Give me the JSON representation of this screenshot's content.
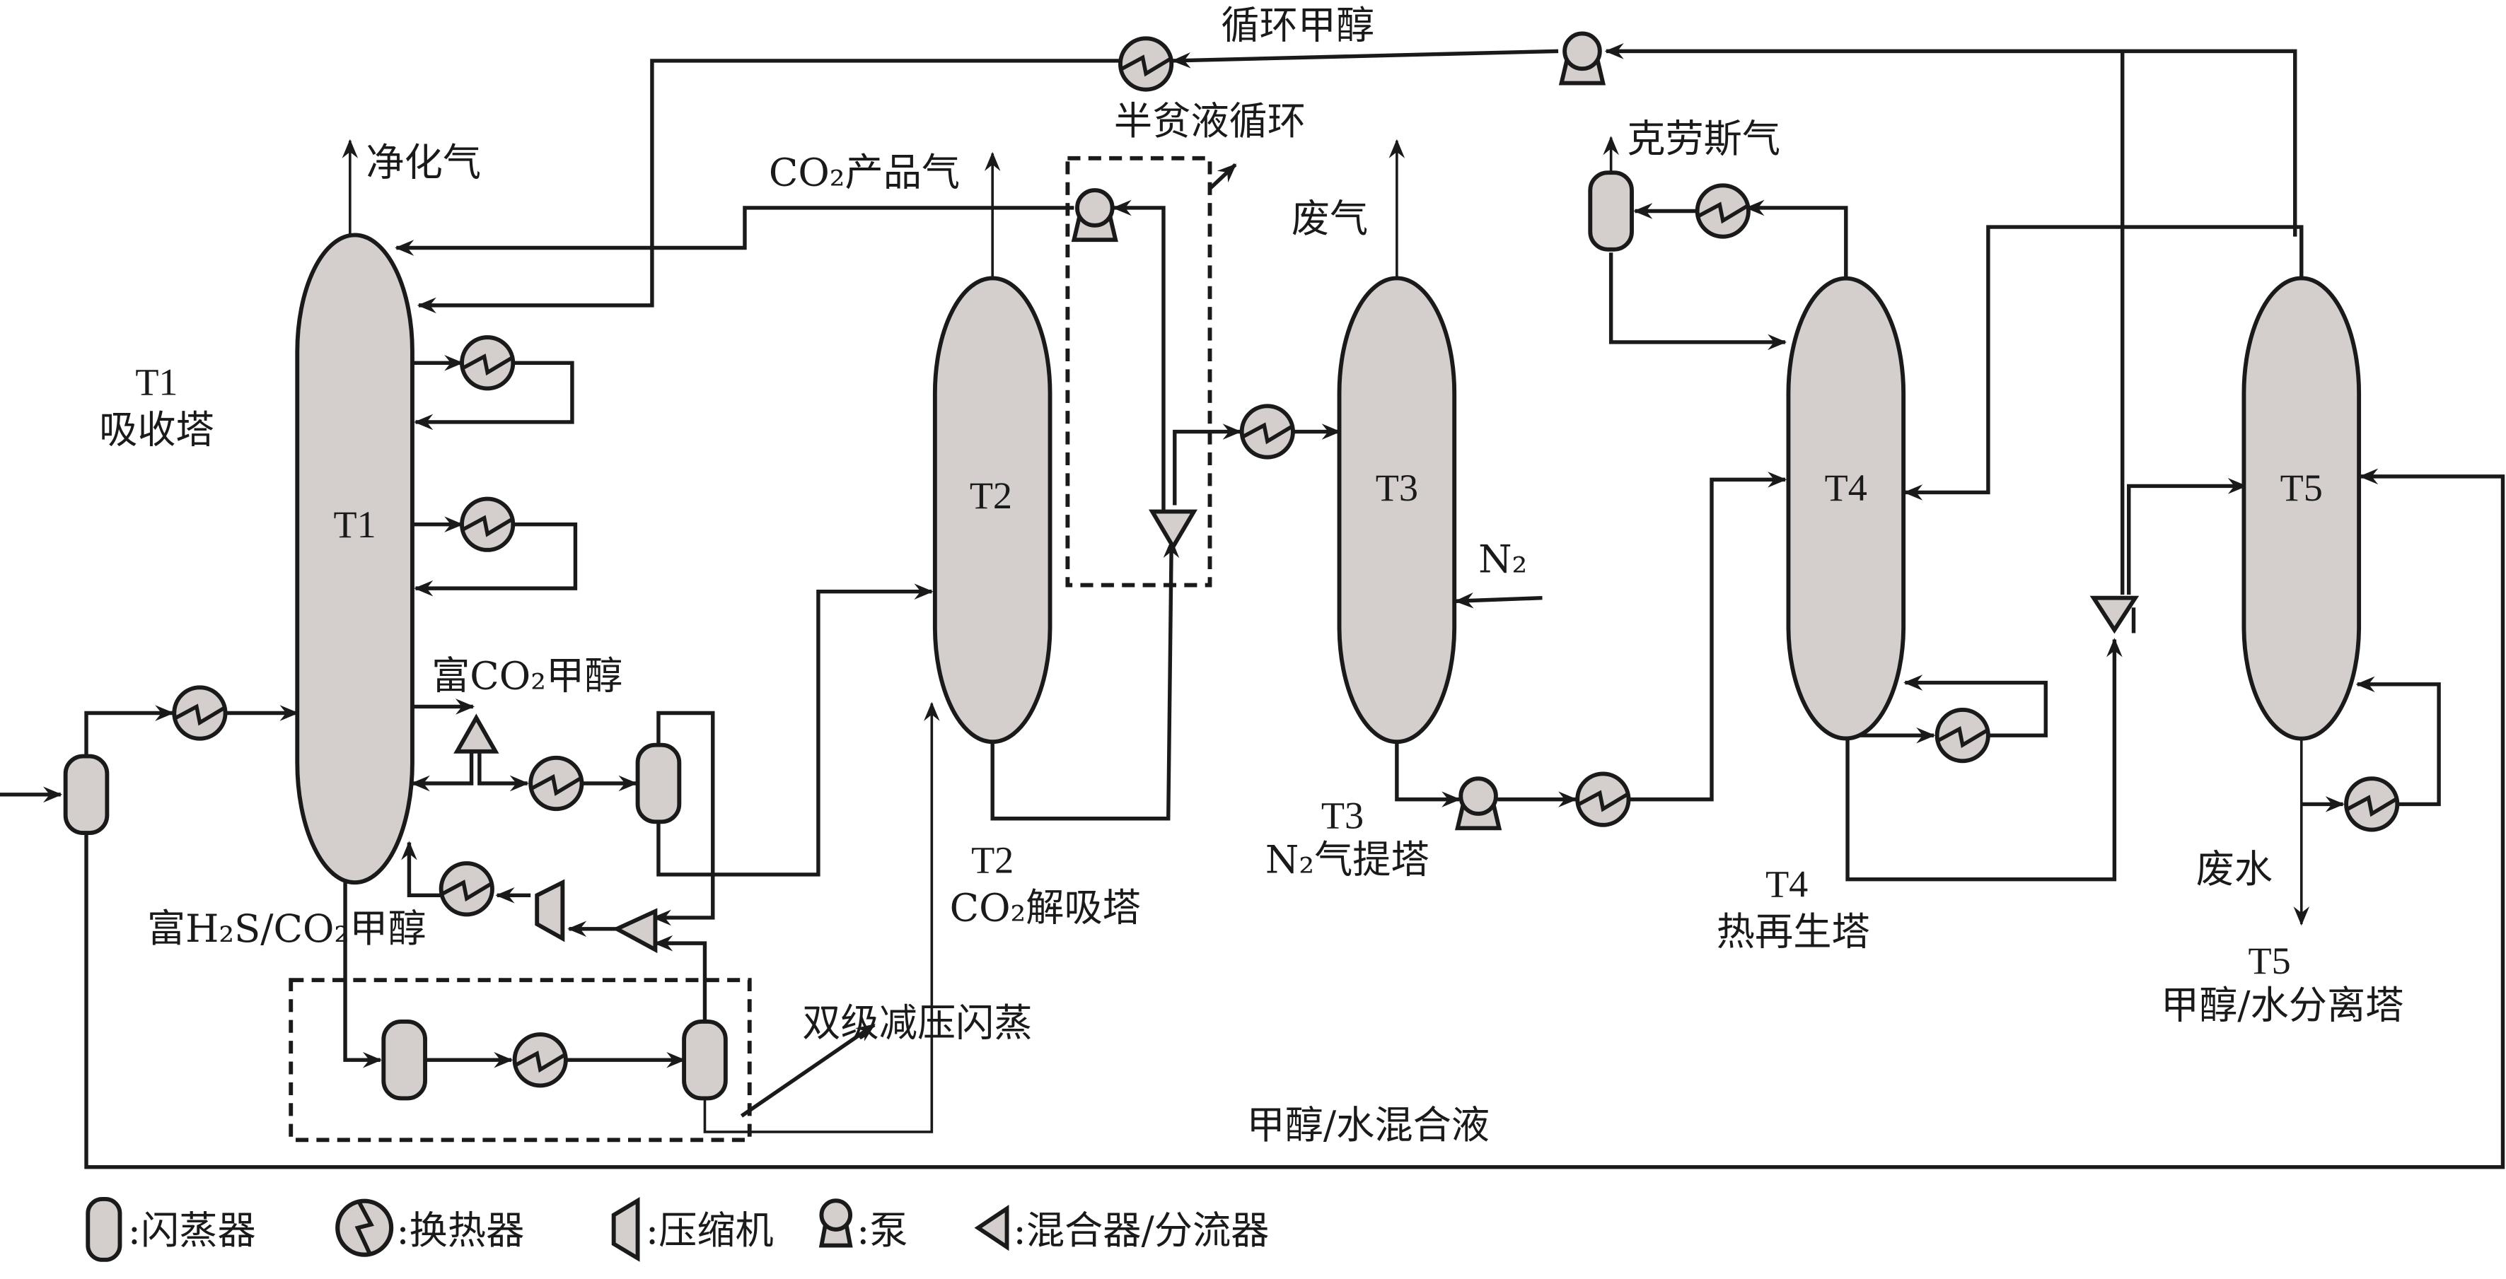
{
  "columns": [
    {
      "id": "T1",
      "label": "T1",
      "caption_id": "T1",
      "caption_name": "吸收塔"
    },
    {
      "id": "T2",
      "label": "T2",
      "caption_id": "T2",
      "caption_name": "CO₂解吸塔"
    },
    {
      "id": "T3",
      "label": "T3",
      "caption_id": "T3",
      "caption_name": "N₂气提塔"
    },
    {
      "id": "T4",
      "label": "T4",
      "caption_id": "T4",
      "caption_name": "热再生塔"
    },
    {
      "id": "T5",
      "label": "T5",
      "caption_id": "T5",
      "caption_name": "甲醇/水分离塔"
    }
  ],
  "streams": {
    "purified_gas": "净化气",
    "co2_product_gas": "CO₂产品气",
    "recycle_methanol": "循环甲醇",
    "semi_lean_recycle": "半贫液循环",
    "waste_gas": "废气",
    "claus_gas": "克劳斯气",
    "n2": "N₂",
    "co2_rich_methanol": "富CO₂甲醇",
    "h2s_co2_rich_methanol": "富H₂S/CO₂甲醇",
    "two_stage_flash": "双级减压闪蒸",
    "methanol_water_mix": "甲醇/水混合液",
    "waste_water": "废水"
  },
  "legend": [
    {
      "icon": "flash-drum-icon",
      "label": ":闪蒸器"
    },
    {
      "icon": "heat-exchanger-icon",
      "label": ":换热器"
    },
    {
      "icon": "compressor-icon",
      "label": ":压缩机"
    },
    {
      "icon": "pump-icon",
      "label": ":泵"
    },
    {
      "icon": "mixer-splitter-icon",
      "label": ":混合器/分流器"
    }
  ],
  "colors": {
    "equipment_fill": "#d4cfcd",
    "line": "#1a1a1a"
  }
}
